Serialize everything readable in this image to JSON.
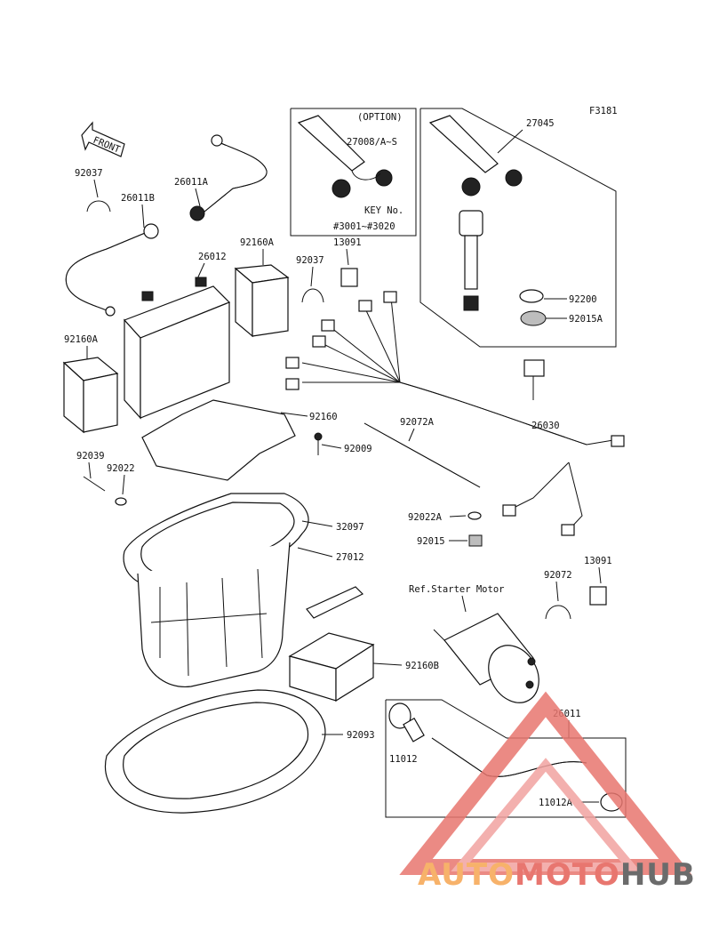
{
  "diagram_code": "F3181",
  "front_label": "FRONT",
  "option_box": {
    "title": "(OPTION)",
    "part": "27008/A~S",
    "key_label": "KEY No.",
    "key_range": "#3001~#3020"
  },
  "parts": {
    "p27045": "27045",
    "p92200": "92200",
    "p92015A": "92015A",
    "p92037a": "92037",
    "p26011A": "26011A",
    "p26011B": "26011B",
    "p92160A_r": "92160A",
    "p26012": "26012",
    "p92037b": "92037",
    "p13091a": "13091",
    "p92160A_l": "92160A",
    "p92160": "92160",
    "p92072A": "92072A",
    "p26030": "26030",
    "p92039": "92039",
    "p92022": "92022",
    "p92009": "92009",
    "p92022A": "92022A",
    "p32097": "32097",
    "p92015": "92015",
    "p27012": "27012",
    "p92072": "92072",
    "p13091b": "13091",
    "p_ref": "Ref.Starter Motor",
    "p92160B": "92160B",
    "p26011": "26011",
    "p92093": "92093",
    "p11012": "11012",
    "p11012A": "11012A"
  },
  "watermark": {
    "part1": "AUTO",
    "part2": "MOTO",
    "part3": "HUB",
    "color1": "#f7b26a",
    "color2": "#e8766f",
    "color3": "#6b6b6b"
  }
}
